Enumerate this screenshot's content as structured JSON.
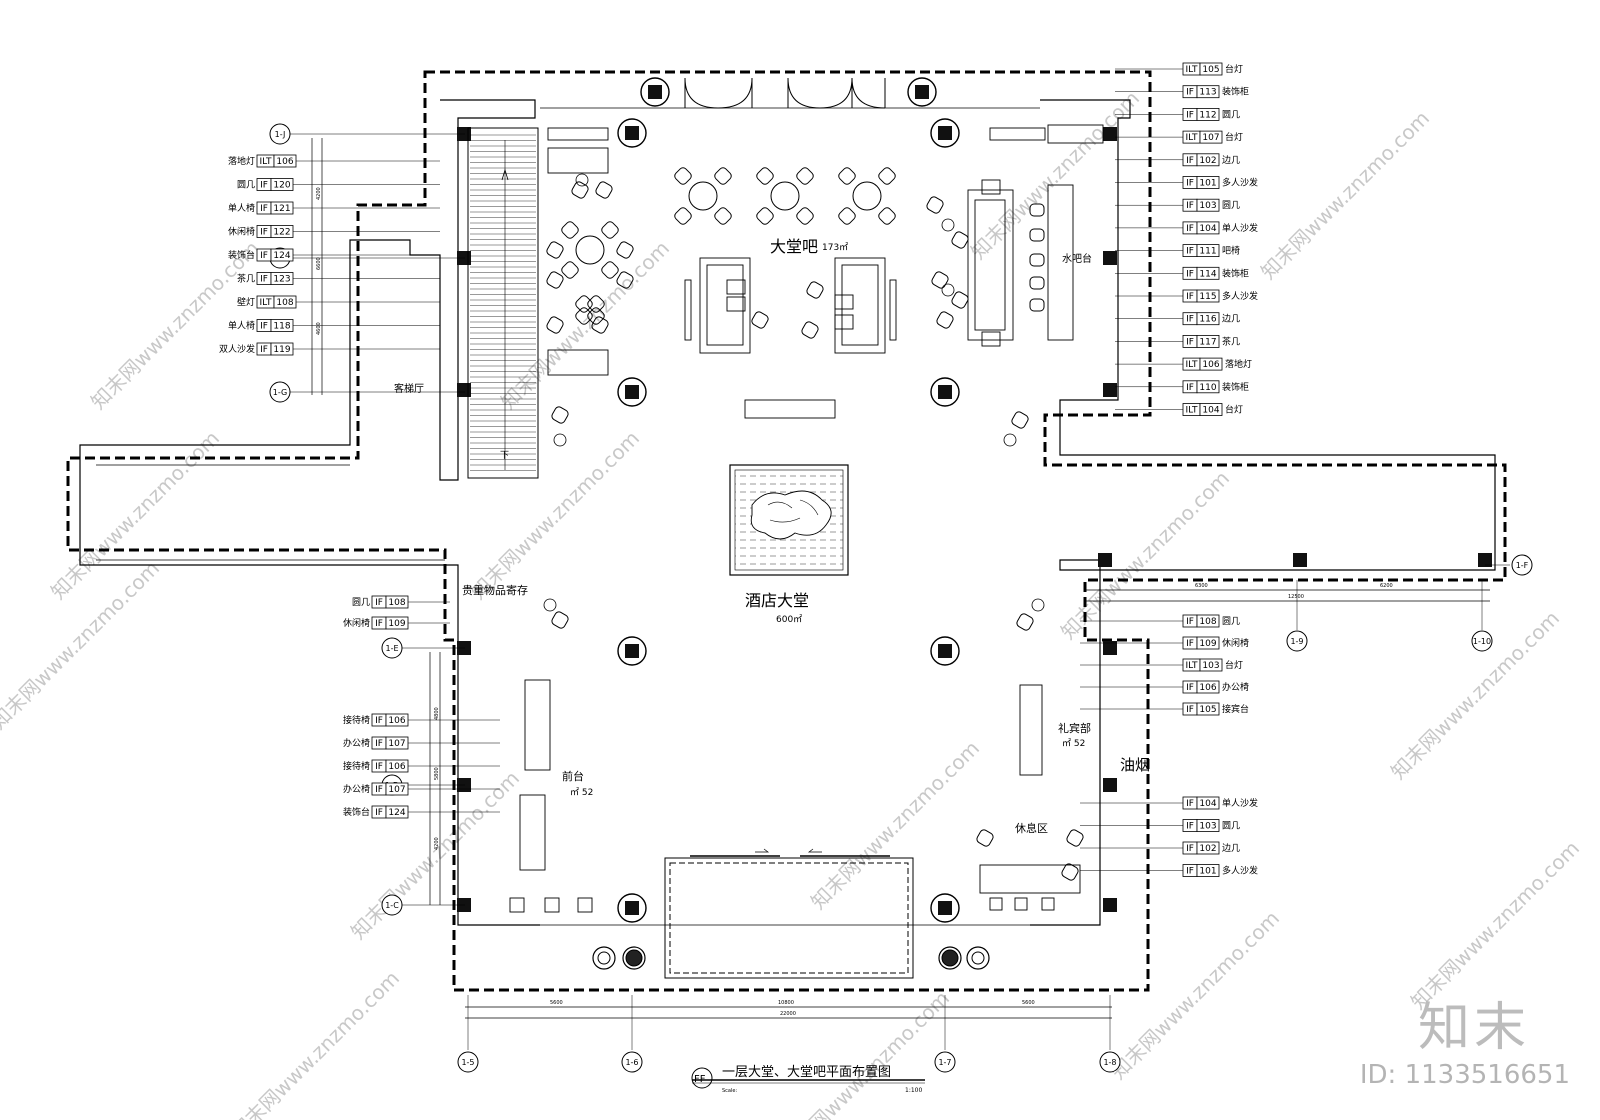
{
  "drawing": {
    "title": "一层大堂、大堂吧平面布置图",
    "symbol": "FF",
    "scale_label": "Scale:",
    "scale": "1:100"
  },
  "rooms": {
    "lobby_bar": "大堂吧",
    "lobby_bar_area": "173㎡",
    "lobby": "酒店大堂",
    "lobby_area": "600㎡",
    "reception": "前台",
    "reception_area": "㎡ 52",
    "concierge": "礼宾部",
    "concierge_area": "㎡ 52",
    "rest": "休息区",
    "luggage": "贵重物品寄存",
    "elevator": "客梯厅",
    "water_bar": "水吧台",
    "smoke": "油烟",
    "stair_down": "下"
  },
  "gridlines": {
    "left": [
      "1-J",
      "1-H",
      "1-G",
      "1-E",
      "1-D",
      "1-C"
    ],
    "bottom": [
      "1-5",
      "1-6",
      "1-7",
      "1-8"
    ],
    "right": [
      "1-F",
      "1-9",
      "1-10"
    ]
  },
  "dimensions": {
    "bottom_total": "22000",
    "bottom_parts": [
      "5600",
      "10800",
      "5600"
    ],
    "right_parts": [
      "6300",
      "6200"
    ],
    "right_total": "12500",
    "left_upper": [
      "4200",
      "6600",
      "4600"
    ],
    "left_lower": [
      "4800",
      "5800",
      "4200"
    ]
  },
  "tags_left_top": [
    {
      "name": "落地灯",
      "type": "ILT",
      "num": "106"
    },
    {
      "name": "圆几",
      "type": "IF",
      "num": "120"
    },
    {
      "name": "单人椅",
      "type": "IF",
      "num": "121"
    },
    {
      "name": "休闲椅",
      "type": "IF",
      "num": "122"
    },
    {
      "name": "装饰台",
      "type": "IF",
      "num": "124"
    },
    {
      "name": "茶几",
      "type": "IF",
      "num": "123"
    },
    {
      "name": "壁灯",
      "type": "ILT",
      "num": "108"
    },
    {
      "name": "单人椅",
      "type": "IF",
      "num": "118"
    },
    {
      "name": "双人沙发",
      "type": "IF",
      "num": "119"
    }
  ],
  "tags_left_mid": [
    {
      "name": "圆几",
      "type": "IF",
      "num": "108"
    },
    {
      "name": "休闲椅",
      "type": "IF",
      "num": "109"
    }
  ],
  "tags_left_bottom": [
    {
      "name": "接待椅",
      "type": "IF",
      "num": "106"
    },
    {
      "name": "办公椅",
      "type": "IF",
      "num": "107"
    },
    {
      "name": "接待椅",
      "type": "IF",
      "num": "106"
    },
    {
      "name": "办公椅",
      "type": "IF",
      "num": "107"
    },
    {
      "name": "装饰台",
      "type": "IF",
      "num": "124"
    }
  ],
  "tags_right_top": [
    {
      "name": "台灯",
      "type": "ILT",
      "num": "105"
    },
    {
      "name": "装饰柜",
      "type": "IF",
      "num": "113"
    },
    {
      "name": "圆几",
      "type": "IF",
      "num": "112"
    },
    {
      "name": "台灯",
      "type": "ILT",
      "num": "107"
    },
    {
      "name": "边几",
      "type": "IF",
      "num": "102"
    },
    {
      "name": "多人沙发",
      "type": "IF",
      "num": "101"
    },
    {
      "name": "圆几",
      "type": "IF",
      "num": "103"
    },
    {
      "name": "单人沙发",
      "type": "IF",
      "num": "104"
    },
    {
      "name": "吧椅",
      "type": "IF",
      "num": "111"
    },
    {
      "name": "装饰柜",
      "type": "IF",
      "num": "114"
    },
    {
      "name": "多人沙发",
      "type": "IF",
      "num": "115"
    },
    {
      "name": "边几",
      "type": "IF",
      "num": "116"
    },
    {
      "name": "茶几",
      "type": "IF",
      "num": "117"
    },
    {
      "name": "落地灯",
      "type": "ILT",
      "num": "106"
    },
    {
      "name": "装饰柜",
      "type": "IF",
      "num": "110"
    },
    {
      "name": "台灯",
      "type": "ILT",
      "num": "104"
    }
  ],
  "tags_right_mid": [
    {
      "name": "圆几",
      "type": "IF",
      "num": "108"
    },
    {
      "name": "休闲椅",
      "type": "IF",
      "num": "109"
    },
    {
      "name": "台灯",
      "type": "ILT",
      "num": "103"
    },
    {
      "name": "办公椅",
      "type": "IF",
      "num": "106"
    },
    {
      "name": "接宾台",
      "type": "IF",
      "num": "105"
    }
  ],
  "tags_right_bottom": [
    {
      "name": "单人沙发",
      "type": "IF",
      "num": "104"
    },
    {
      "name": "圆几",
      "type": "IF",
      "num": "103"
    },
    {
      "name": "边几",
      "type": "IF",
      "num": "102"
    },
    {
      "name": "多人沙发",
      "type": "IF",
      "num": "101"
    }
  ],
  "watermarks": {
    "text": "知末网www.znzmo.com",
    "brand": "知末",
    "id": "ID: 1133516651"
  }
}
